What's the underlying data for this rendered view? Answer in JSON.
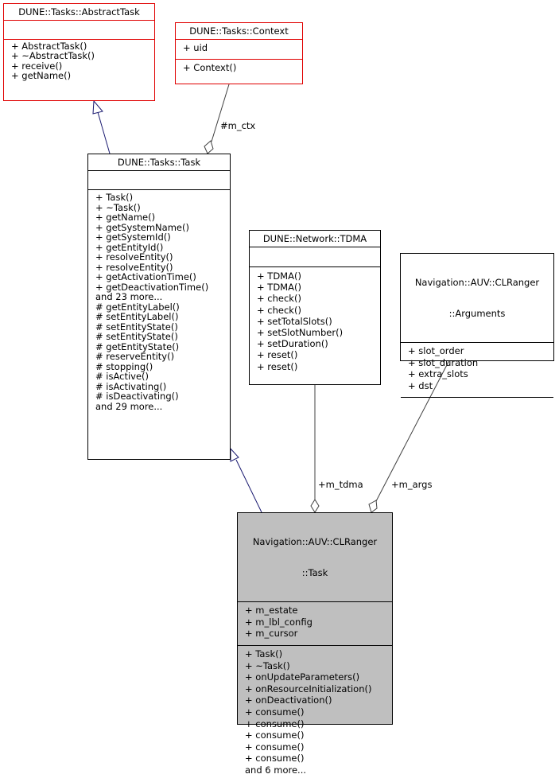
{
  "classes": {
    "abstract_task": {
      "name": "DUNE::Tasks::AbstractTask",
      "attributes": [],
      "methods": [
        "+ AbstractTask()",
        "+ ~AbstractTask()",
        "+ receive()",
        "+ getName()"
      ]
    },
    "context": {
      "name": "DUNE::Tasks::Context",
      "attributes": [
        "+ uid"
      ],
      "methods": [
        "+ Context()"
      ]
    },
    "task": {
      "name": "DUNE::Tasks::Task",
      "attributes": [],
      "methods": [
        "+ Task()",
        "+ ~Task()",
        "+ getName()",
        "+ getSystemName()",
        "+ getSystemId()",
        "+ getEntityId()",
        "+ resolveEntity()",
        "+ resolveEntity()",
        "+ getActivationTime()",
        "+ getDeactivationTime()",
        "and 23 more...",
        "# getEntityLabel()",
        "# setEntityLabel()",
        "# setEntityState()",
        "# setEntityState()",
        "# getEntityState()",
        "# reserveEntity()",
        "# stopping()",
        "# isActive()",
        "# isActivating()",
        "# isDeactivating()",
        "and 29 more..."
      ]
    },
    "tdma": {
      "name": "DUNE::Network::TDMA",
      "attributes": [],
      "methods": [
        "+ TDMA()",
        "+ TDMA()",
        "+ check()",
        "+ check()",
        "+ setTotalSlots()",
        "+ setSlotNumber()",
        "+ setDuration()",
        "+ reset()",
        "+ reset()"
      ]
    },
    "arguments": {
      "name_line1": "Navigation::AUV::CLRanger",
      "name_line2": "::Arguments",
      "attributes": [
        "+ slot_order",
        "+ slot_duration",
        "+ extra_slots",
        "+ dst"
      ],
      "methods": []
    },
    "clranger_task": {
      "name_line1": "Navigation::AUV::CLRanger",
      "name_line2": "::Task",
      "attributes": [
        "+ m_estate",
        "+ m_lbl_config",
        "+ m_cursor"
      ],
      "methods": [
        "+ Task()",
        "+ ~Task()",
        "+ onUpdateParameters()",
        "+ onResourceInitialization()",
        "+ onDeactivation()",
        "+ consume()",
        "+ consume()",
        "+ consume()",
        "+ consume()",
        "+ consume()",
        "and 6 more..."
      ]
    }
  },
  "edge_labels": {
    "m_ctx": "#m_ctx",
    "m_tdma": "+m_tdma",
    "m_args": "+m_args"
  },
  "colors": {
    "inheritance_edge": "#191970",
    "usage_edge": "#404040",
    "external_class_border": "#e00000",
    "focus_class_fill": "#bfbfbf"
  }
}
